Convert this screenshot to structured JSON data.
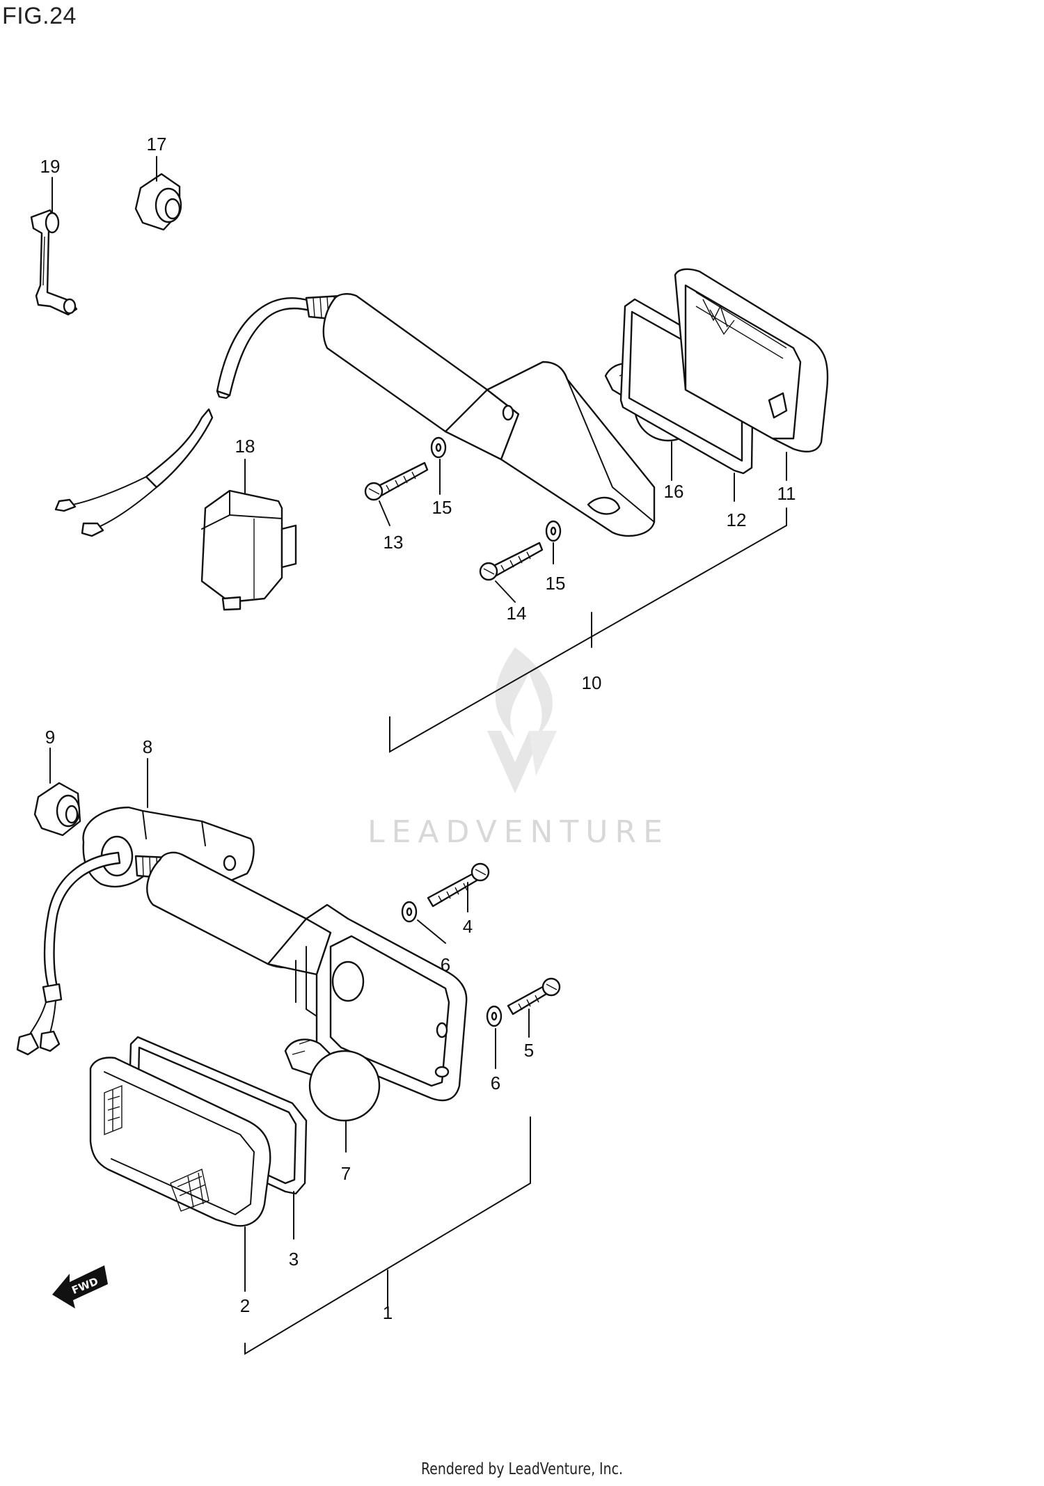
{
  "figure": {
    "title": "FIG.24"
  },
  "footer": {
    "text": "Rendered by LeadVenture, Inc."
  },
  "watermark": {
    "text": "LEADVENTURE"
  },
  "fwd_arrow": {
    "text": "FWD"
  },
  "callouts": {
    "c1": "1",
    "c2": "2",
    "c3": "3",
    "c4": "4",
    "c5": "5",
    "c6a": "6",
    "c6b": "6",
    "c7": "7",
    "c8": "8",
    "c9": "9",
    "c10": "10",
    "c11": "11",
    "c12": "12",
    "c13": "13",
    "c14": "14",
    "c15a": "15",
    "c15b": "15",
    "c16": "16",
    "c17": "17",
    "c18": "18",
    "c19": "19"
  },
  "colors": {
    "line": "#111111",
    "watermark": "#d8d8d8"
  }
}
